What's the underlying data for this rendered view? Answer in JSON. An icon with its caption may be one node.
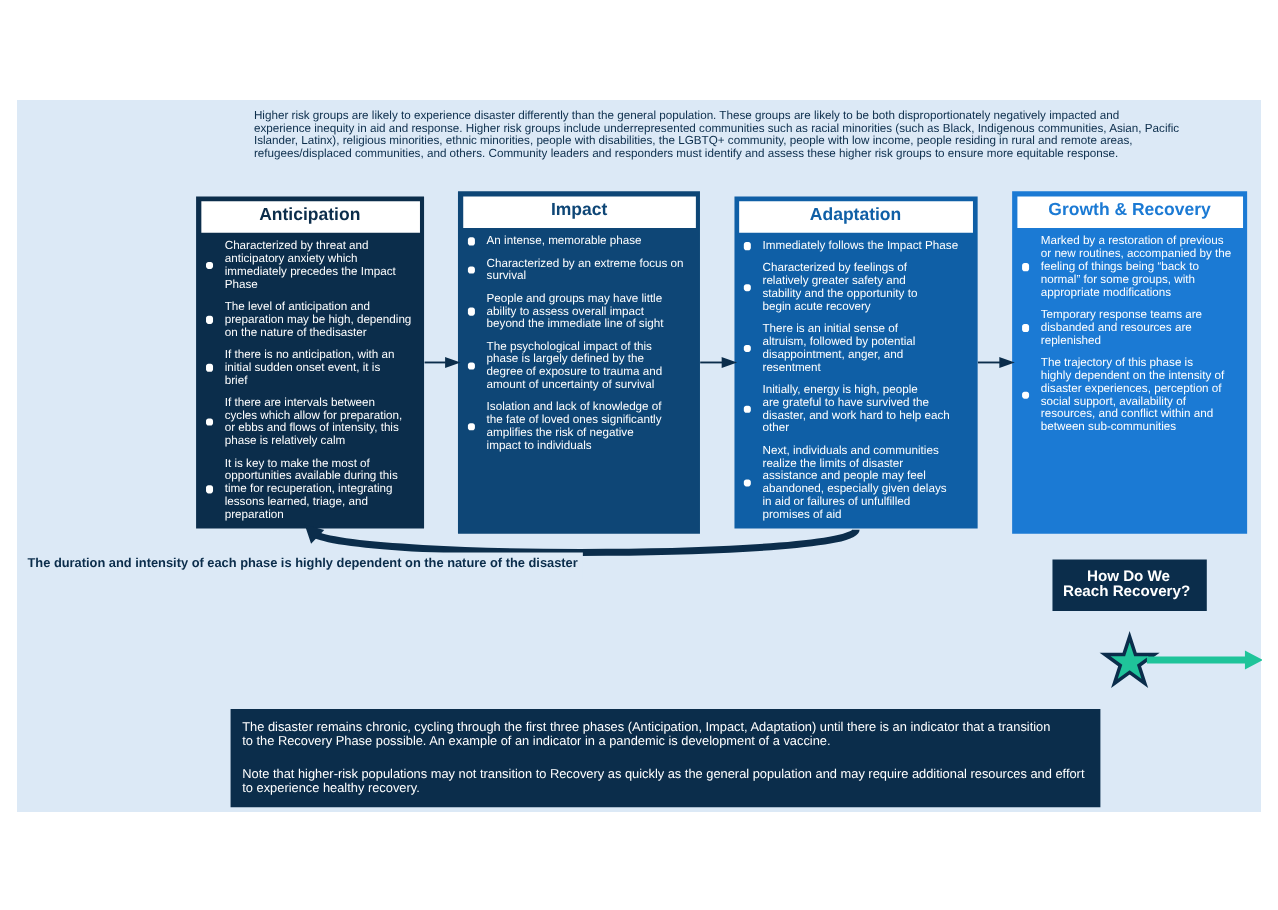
{
  "diagram": {
    "nodes": [
      {
        "text": [
          "Anticipation",
          "Characterized by threat and anticipatory anxiety which immediately precedes the Impact Phase",
          "The level of anticipation and preparation may be high, depending on the nature of thedisaster",
          "If there is no anticipation, with an initial sudden onset event, it is brief",
          "If there are intervals between cycles which allow for preparation, or ebbs and flows of intensity, this phase is relatively calm",
          "It is key to make the most of opportunities available during this time for recuperation, integrating lessons learned, triage, and preparation"
        ]
      },
      {
        "text": [
          "Impact",
          "An intense, memorable phase",
          "Characterized by an extreme focus on survival",
          "People and groups may have little ability to assess overall impact beyond the immediate line of sight",
          "The psychological impact of this phase is largely defined by the degree of exposure to trauma and amount of uncertainty of survival",
          "Isolation and lack of knowledge of the fate of loved ones significantly amplifies the risk of negative impact to individuals"
        ]
      },
      {
        "text": [
          "Adaptation",
          "Immediately follows the Impact Phase",
          "Characterized by feelings of relatively greater safety and stability and the opportunity to begin acute recovery",
          "There is an initial sense of altruism, followed by potential disappointment, anger, and resentment",
          "Initially, energy is high, people are grateful to have survived the disaster, and work hard to help each other",
          "Next, individuals and communities realize the limits of disaster assistance and people may feel abandoned, especially given delays in aid or failures of unfulfilled promises of aid"
        ]
      },
      {
        "text": [
          "Growth & Recovery",
          "Marked by a restoration of previous or new routines, accompanied by the feeling of things being “back to normal” for some groups, with appropriate modifications",
          "Temporary response teams are disbanded and resources are replenished",
          "The trajectory of this phase is highly dependent on the intensity of disaster experiences, perception of social support, availability of resources, and conflict within and between sub-communities"
        ]
      },
      {
        "text": [
          "How Do We Reach Recovery?"
        ]
      },
      {
        "text": [],
        "shape": "star"
      },
      {
        "text": [
          "The disaster remains chronic, cycling through the first three phases (Anticipation, Impact, Adaptation) until there is an indicator that a transition to the Recovery Phase possible. An example of an indicator in a pandemic is development of a vaccine.",
          "Note that higher-risk populations may not transition to Recovery as quickly as the general population and may require additional resources and effort to experience healthy recovery."
        ]
      }
    ],
    "edges": [
      {
        "from": 0,
        "to": 1,
        "arrow": "to"
      },
      {
        "from": 1,
        "to": 2,
        "arrow": "to"
      },
      {
        "from": 2,
        "to": 3,
        "arrow": "to"
      },
      {
        "from": 2,
        "to": 0,
        "arrow": "to",
        "label": "The duration and intensity of each phase is highly dependent on the nature of the disaster",
        "style": "thick"
      },
      {
        "from": 5,
        "to": null,
        "arrow": "to",
        "color": "#1fc49a",
        "style": "thick"
      }
    ],
    "labels": [
      "Higher risk groups are likely to experience disaster differently than the general population. These groups are likely to be both disproportionately negatively impacted and experience inequity in aid and response. Higher risk groups include underrepresented communities such as racial minorities (such as Black, Indigenous communities, Asian, Pacific Islander, Latinx), religious minorities, ethnic minorities, people with disabilities, the LGBTQ+ community, people with low income, people residing in rural and remote areas, refugees/displaced communities, and others. Community leaders and responders must identify and assess these higher risk groups to ensure more equitable response."
    ]
  }
}
